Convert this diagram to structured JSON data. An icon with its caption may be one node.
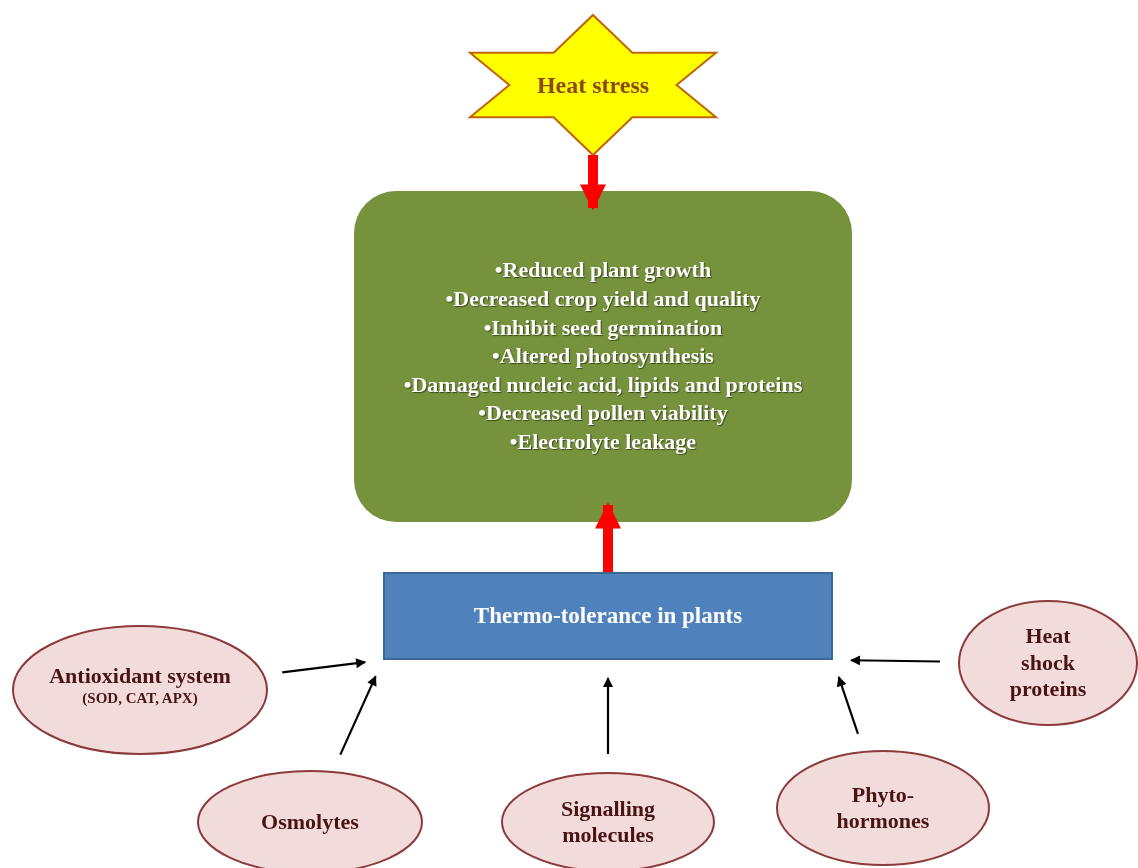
{
  "diagram": {
    "nodes": [
      {
        "text": [
          "Heat stress"
        ]
      },
      {
        "text": [
          "•Reduced  plant growth",
          "•Decreased crop  yield and quality",
          "•Inhibit seed germination",
          "•Altered photosynthesis",
          "•Damaged nucleic acid, lipids and proteins",
          "•Decreased pollen viability",
          "•Electrolyte leakage"
        ]
      },
      {
        "text": [
          "Thermo-tolerance in plants"
        ]
      },
      {
        "text": [
          "Antioxidant system",
          "(SOD,  CAT, APX)"
        ]
      },
      {
        "text": [
          "Heat shock proteins"
        ]
      },
      {
        "text": [
          "Osmolytes"
        ]
      },
      {
        "text": [
          "Signalling molecules"
        ]
      },
      {
        "text": [
          "Phyto- hormones"
        ]
      }
    ],
    "edges": [
      {
        "from": 0,
        "to": 1,
        "arrow": "to",
        "style": "thick",
        "color": "#ff0000"
      },
      {
        "from": 2,
        "to": 1,
        "arrow": "to",
        "style": "thick",
        "color": "#ff0000"
      },
      {
        "from": 3,
        "to": 2,
        "arrow": "to"
      },
      {
        "from": 4,
        "to": 2,
        "arrow": "to"
      },
      {
        "from": 5,
        "to": 2,
        "arrow": "to"
      },
      {
        "from": 6,
        "to": 2,
        "arrow": "to"
      },
      {
        "from": 7,
        "to": 2,
        "arrow": "to"
      }
    ]
  }
}
